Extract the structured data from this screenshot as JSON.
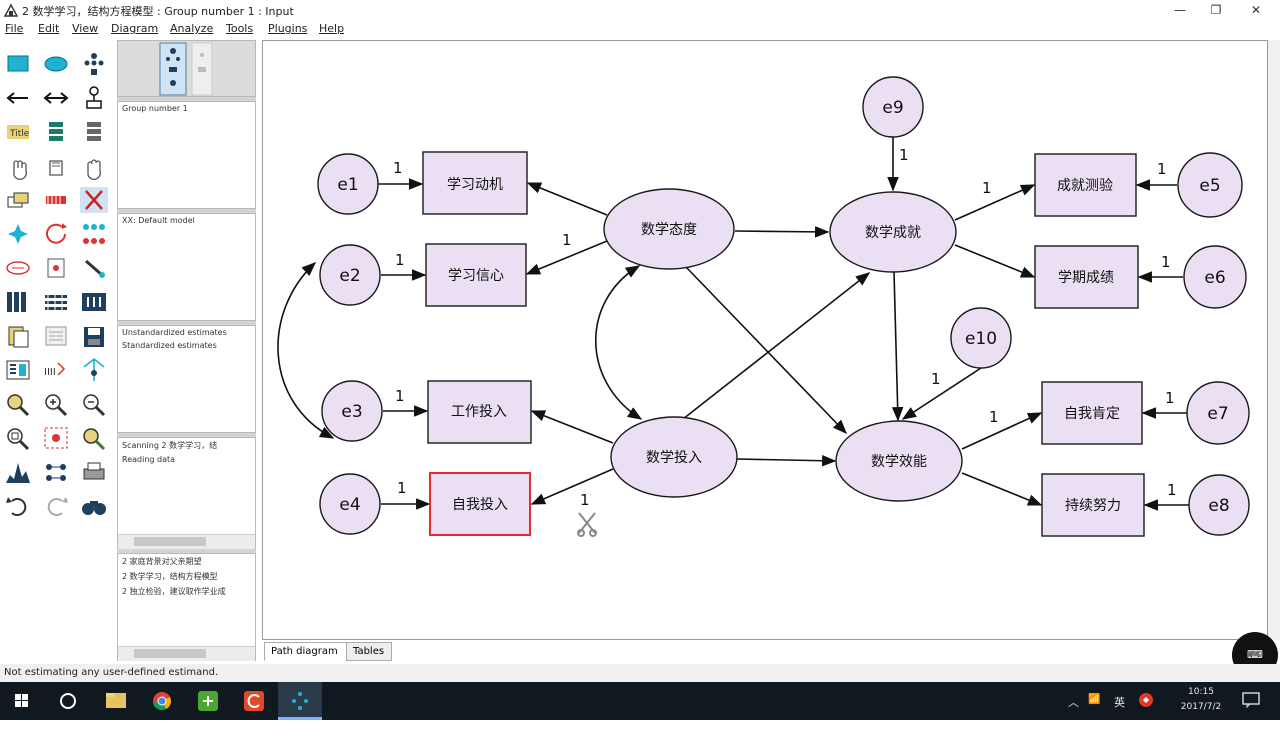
{
  "window": {
    "title": "2 数学学习，结构方程模型 : Group number 1 : Input",
    "min": "—",
    "max": "❐",
    "close": "✕"
  },
  "menu": [
    "File",
    "Edit",
    "View",
    "Diagram",
    "Analyze",
    "Tools",
    "Plugins",
    "Help"
  ],
  "tool_icons": [
    "draw-observed-variable-icon",
    "draw-unobserved-variable-icon",
    "draw-indicator-icon",
    "draw-path-icon",
    "draw-covariance-icon",
    "draw-unique-variable-icon",
    "figure-caption-icon",
    "list-variables-in-model-icon",
    "list-variables-in-dataset-icon",
    "select-one-icon",
    "select-all-icon",
    "deselect-all-icon",
    "duplicate-icon",
    "move-icon",
    "erase-icon",
    "change-shape-icon",
    "rotate-indicators-icon",
    "reflect-indicators-icon",
    "move-parameter-icon",
    "scroll-icon",
    "touch-up-icon",
    "data-files-icon",
    "analysis-properties-icon",
    "calculate-estimates-icon",
    "copy-to-clipboard-icon",
    "view-text-icon",
    "save-icon",
    "object-properties-icon",
    "drag-properties-icon",
    "preserve-symmetries-icon",
    "zoom-in-area-icon",
    "zoom-in-icon",
    "zoom-out-icon",
    "zoom-page-icon",
    "fit-to-page-icon",
    "loupe-icon",
    "bayesian-icon",
    "multiple-group-icon",
    "print-icon",
    "undo-icon",
    "redo-icon",
    "specification-search-icon"
  ],
  "panels": {
    "groups": [
      "Group number 1"
    ],
    "models": [
      "XX: Default model"
    ],
    "estimates": [
      "Unstandardized estimates",
      "Standardized estimates"
    ],
    "log": [
      "Scanning 2 数学学习，结",
      "Reading data"
    ],
    "files": [
      "2 家庭背景对父亲期望",
      "2 数学学习，结构方程模型",
      "2 独立检验，建议取作学业成"
    ]
  },
  "diagram": {
    "observed": [
      "学习动机",
      "学习信心",
      "工作投入",
      "自我投入",
      "成就测验",
      "学期成绩",
      "自我肯定",
      "持续努力"
    ],
    "latent": [
      "数学态度",
      "数学投入",
      "数学成就",
      "数学效能"
    ],
    "errors": [
      "e1",
      "e2",
      "e3",
      "e4",
      "e5",
      "e6",
      "e7",
      "e8",
      "e9",
      "e10"
    ],
    "weight_label": "1",
    "colors": {
      "fill": "#ebe0f3",
      "stroke": "#1a1a1a",
      "selected": "#e52b2b"
    }
  },
  "tabs": [
    "Path diagram",
    "Tables"
  ],
  "status": "Not estimating any user-defined estimand.",
  "float_button": "⌨",
  "tray": {
    "time": "10:15",
    "date": "2017/7/2",
    "ime": "英"
  }
}
